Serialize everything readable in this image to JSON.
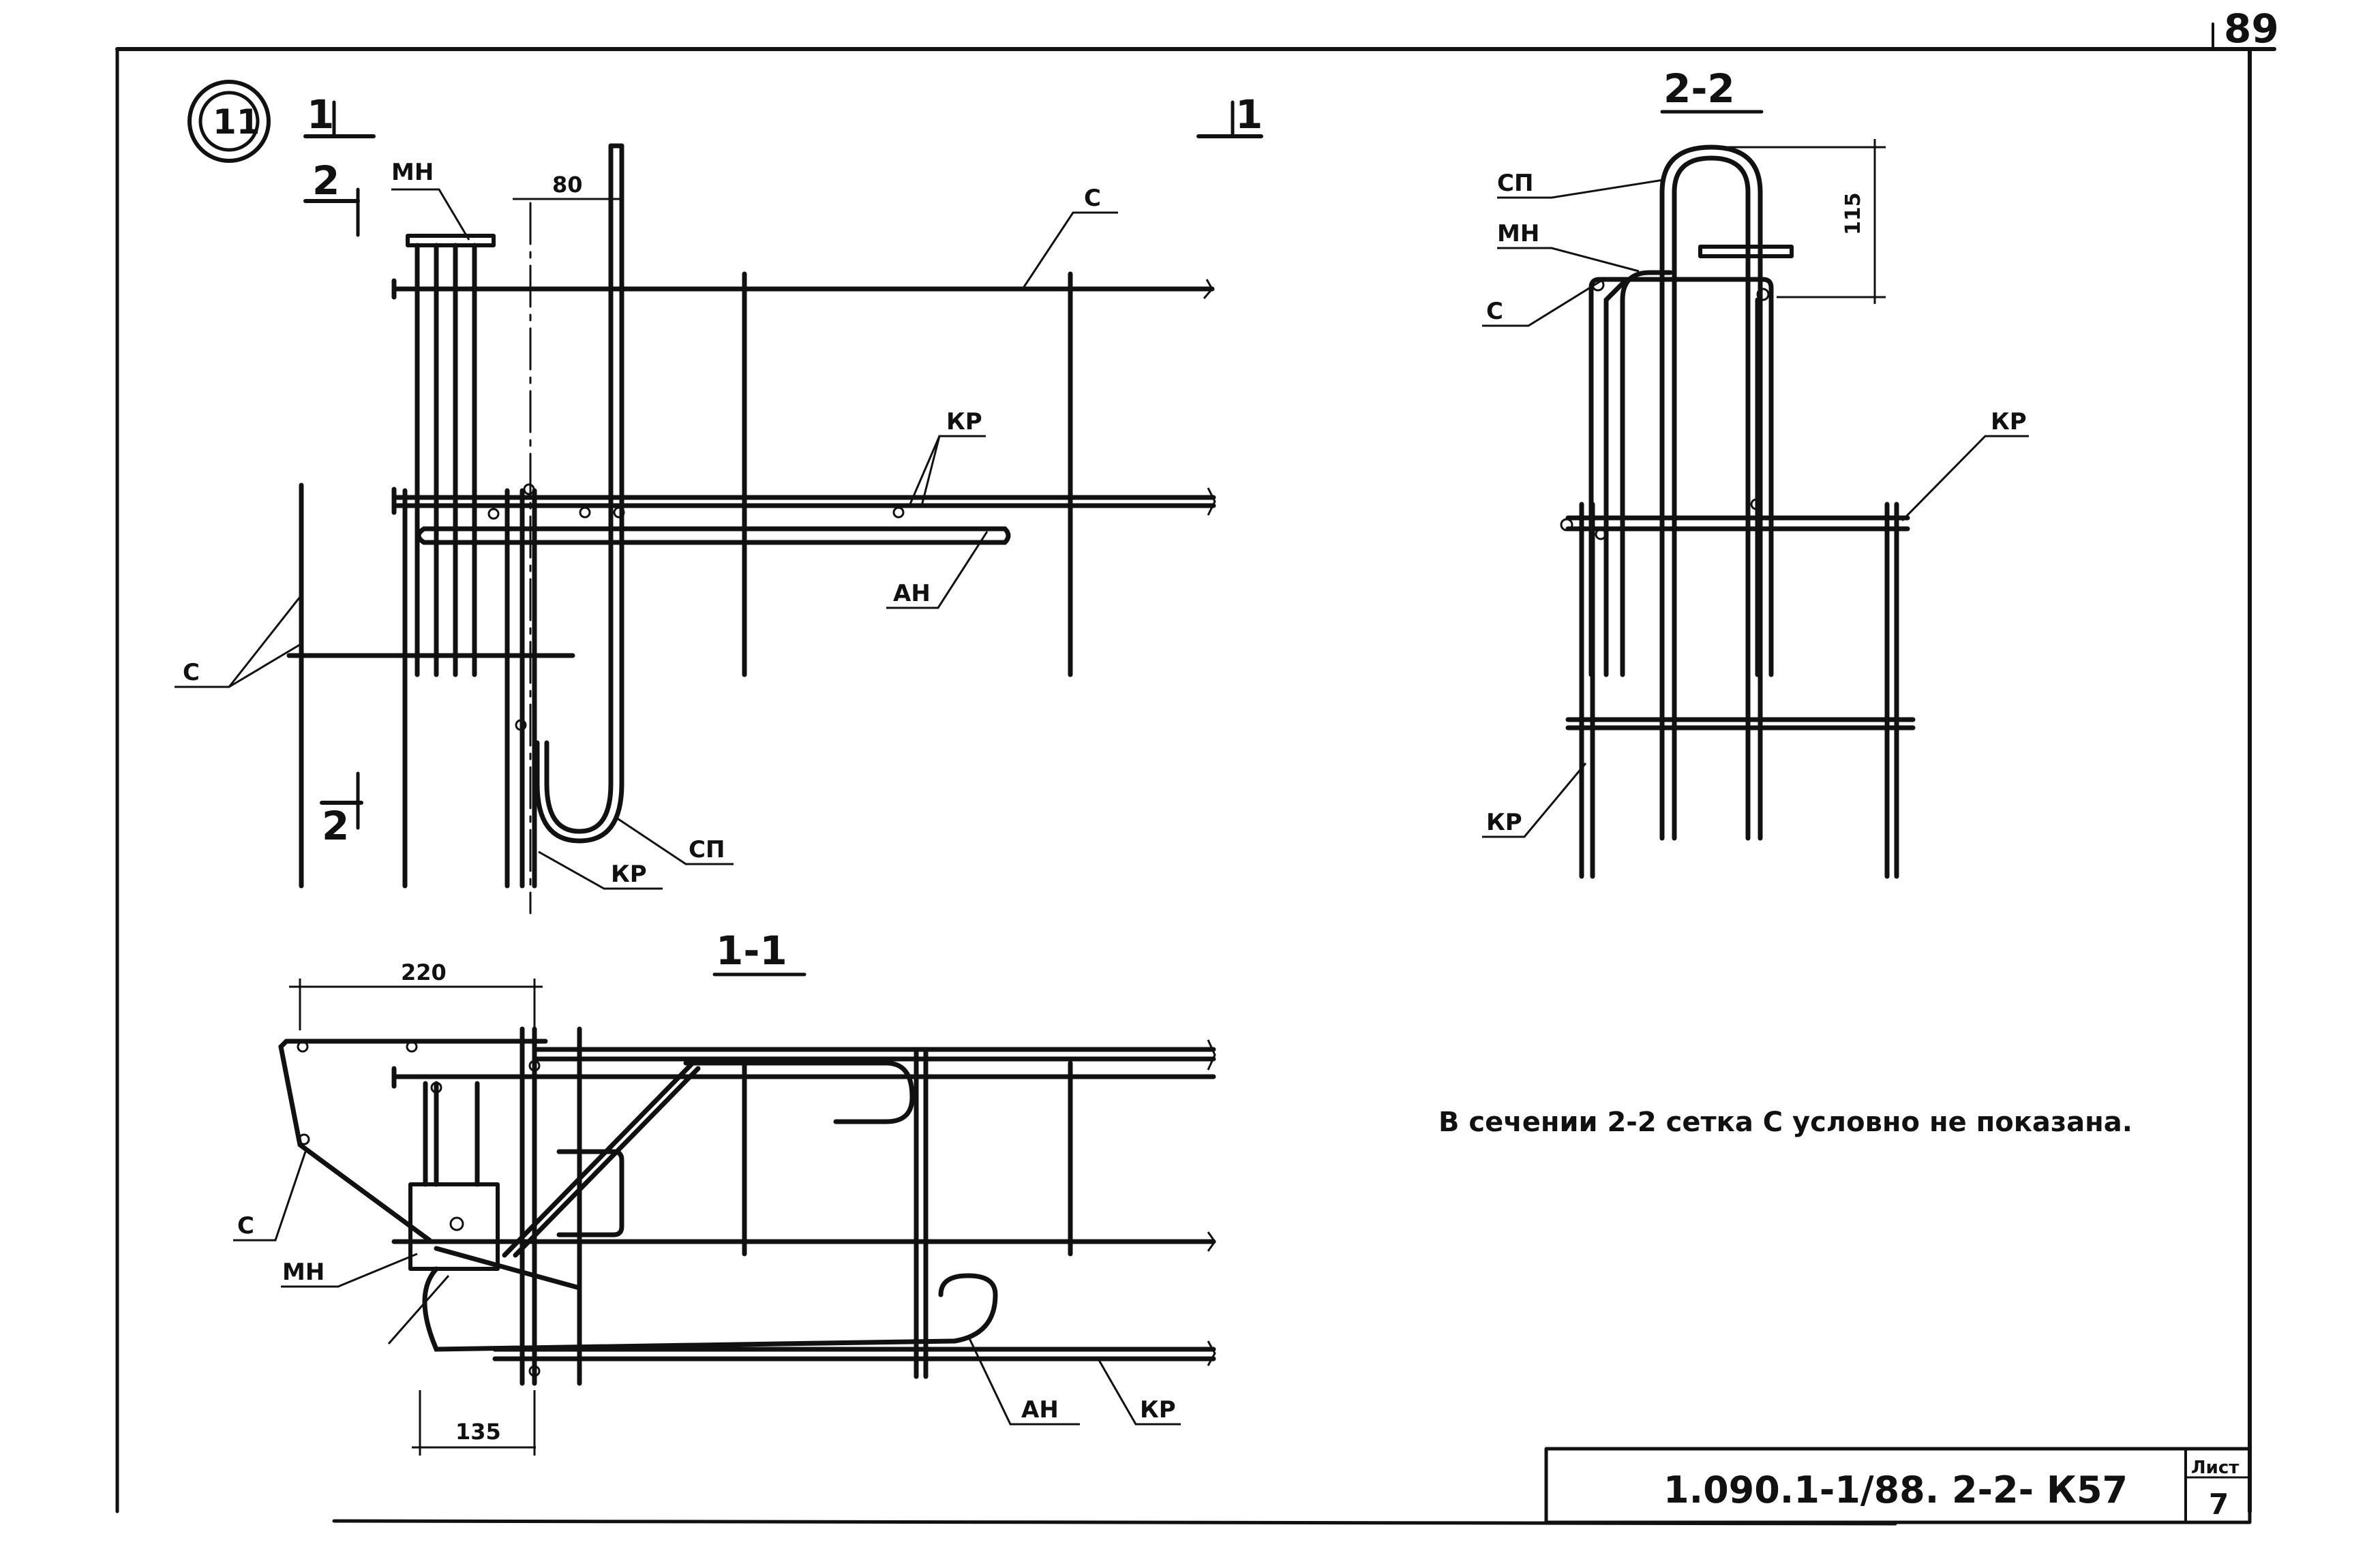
{
  "sheet": {
    "page_number": "89",
    "code": "1.090.1-1/88. 2-2- К57",
    "sheet_label": "Лист",
    "sheet_number": "7"
  },
  "node": {
    "number": "11",
    "cut_1_left": "1",
    "cut_1_right": "1",
    "cut_2_top": "2",
    "cut_2_bottom": "2"
  },
  "main_view": {
    "labels": {
      "mn": "МН",
      "c_top": "С",
      "c_left": "С",
      "kr": "КР",
      "an": "АН",
      "sp": "СП",
      "kr_bottom": "КР"
    },
    "dims": {
      "d80": "80"
    }
  },
  "section_1_1": {
    "title": "1-1",
    "labels": {
      "c": "С",
      "mn": "МН",
      "an": "АН",
      "kr": "КР"
    },
    "dims": {
      "d220": "220",
      "d135": "135"
    }
  },
  "section_2_2": {
    "title": "2-2",
    "labels": {
      "sp": "СП",
      "mn": "МН",
      "c": "С",
      "kr_right": "КР",
      "kr_left": "КР"
    },
    "dims": {
      "d115": "115"
    }
  },
  "note": "В сечении 2-2 сетка С условно не показана."
}
